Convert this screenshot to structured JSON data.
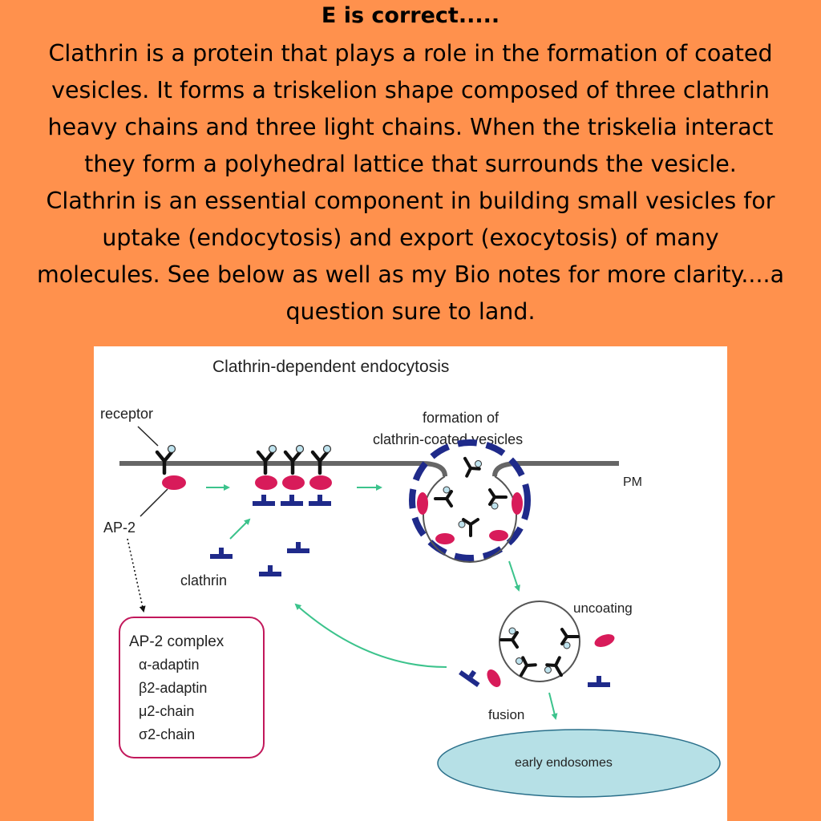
{
  "header": {
    "answer": "E is correct....."
  },
  "explanation_lines": [
    "Clathrin is a protein that plays a role in the formation of coated",
    "vesicles. It forms a triskelion shape composed of three clathrin",
    "heavy chains and three light chains. When the triskelia interact",
    "they form a polyhedral lattice that surrounds the vesicle.",
    "Clathrin is an essential component in building small vesicles for",
    "uptake (endocytosis) and export (exocytosis) of many",
    "molecules. See below as well as my Bio notes for more clarity....a",
    "question sure to land."
  ],
  "diagram": {
    "title": "Clathrin-dependent endocytosis",
    "labels": {
      "receptor": "receptor",
      "formation_line1": "formation of",
      "formation_line2": "clathrin-coated vesicles",
      "pm": "PM",
      "ap2": "AP-2",
      "clathrin": "clathrin",
      "uncoating": "uncoating",
      "fusion": "fusion",
      "early_endosomes": "early endosomes"
    },
    "ap2_complex": {
      "title": "AP-2 complex",
      "items": [
        "α-adaptin",
        "β2-adaptin",
        "μ2-chain",
        "σ2-chain"
      ]
    },
    "colors": {
      "panel_background": "#ffffff",
      "page_background": "#ff914d",
      "ap2": "#d81b5a",
      "clathrin": "#1f2a8a",
      "arrow": "#3cc38c",
      "receptor_ligand": "#bfe3ee",
      "box_border": "#c2185b",
      "endosome_fill": "#b6e0e6"
    }
  }
}
